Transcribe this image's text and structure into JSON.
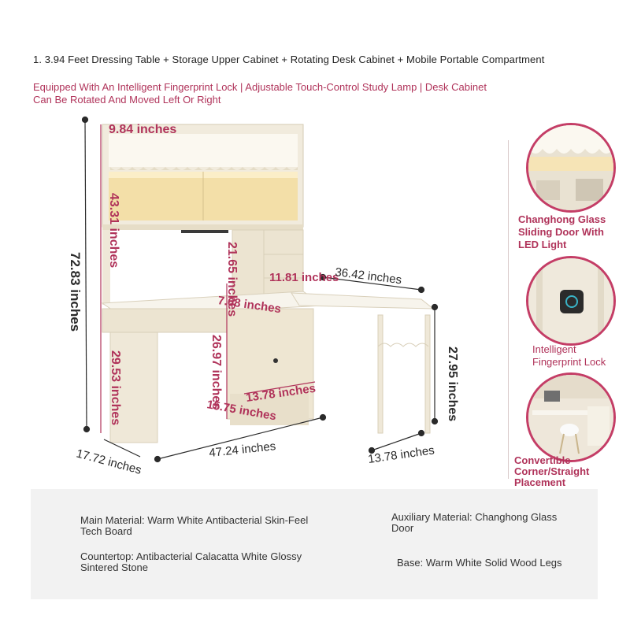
{
  "headline": "1. 3.94 Feet Dressing Table + Storage Upper Cabinet + Rotating Desk Cabinet + Mobile Portable Compartment",
  "subline": "Equipped With An Intelligent Fingerprint Lock | Adjustable Touch-Control Study Lamp | Desk Cabinet Can Be Rotated And Moved Left Or Right",
  "dimensions": {
    "top_depth": "9.84 inches",
    "upper_height": "43.31 inches",
    "total_height": "72.83 inches",
    "shelf_height": "21.65 inches",
    "drawer_width": "11.81 inches",
    "side_width": "36.42 inches",
    "drawer_gap": "7.68 inches",
    "cabinet_height": "26.97 inches",
    "lower_height": "29.53 inches",
    "cabinet_width": "13.78 inches",
    "cabinet_depth": "15.75 inches",
    "side_height": "27.95 inches",
    "depth": "17.72 inches",
    "width": "47.24 inches",
    "side_depth": "13.78 inches"
  },
  "features": [
    {
      "label": "Changhong Glass Sliding Door With LED Light",
      "icon": "glass-door-icon"
    },
    {
      "label": "Intelligent Fingerprint Lock",
      "icon": "fingerprint-lock-icon"
    },
    {
      "label": "Convertible Corner/Straight Placement",
      "icon": "desk-room-icon"
    }
  ],
  "materials": {
    "main": "Main Material: Warm White Antibacterial Skin-Feel Tech Board",
    "auxiliary": "Auxiliary Material: Changhong Glass Door",
    "countertop": "Countertop: Antibacterial Calacatta White Glossy Sintered Stone",
    "base": "Base: Warm White Solid Wood Legs"
  },
  "colors": {
    "accent": "#b0335a",
    "furniture": "#efe8d8",
    "panel": "#f2f2f2"
  }
}
